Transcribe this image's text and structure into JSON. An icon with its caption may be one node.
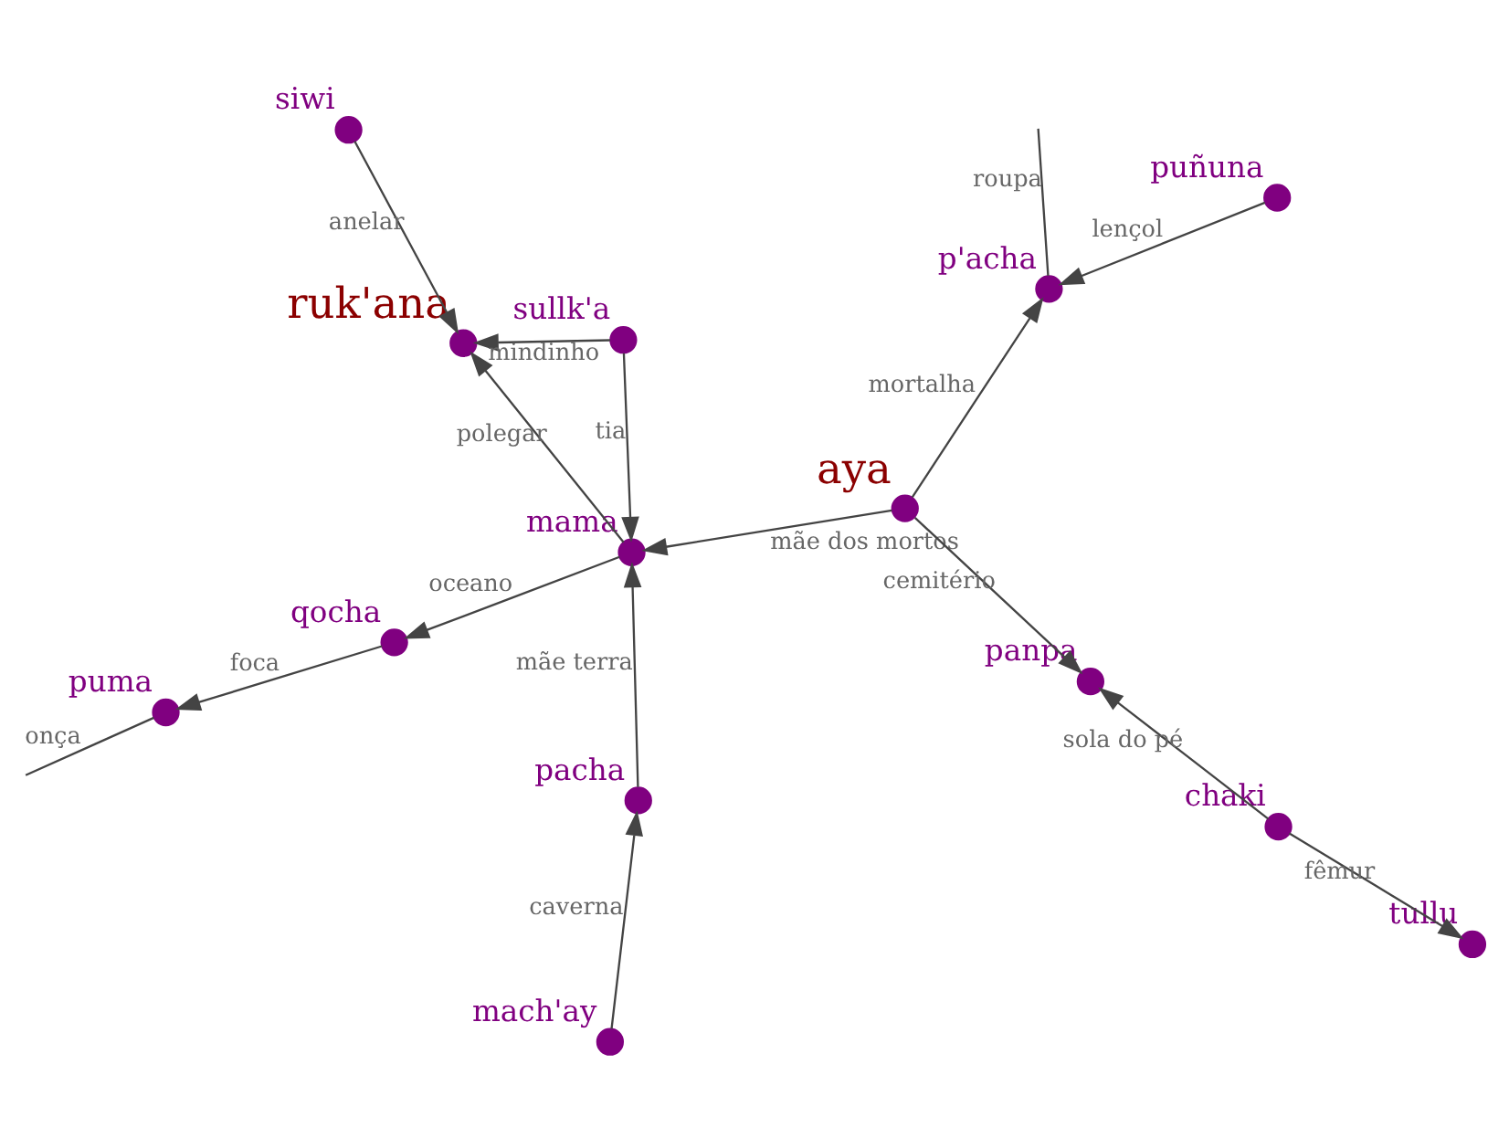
{
  "diagram": {
    "nodes": [
      {
        "text": [
          "siwi"
        ]
      },
      {
        "text": [
          "ruk'ana"
        ]
      },
      {
        "text": [
          "sullk'a"
        ]
      },
      {
        "text": [
          "mach'ay"
        ]
      },
      {
        "text": [
          "puma"
        ]
      },
      {
        "text": [
          "mama"
        ]
      },
      {
        "text": [
          "pacha"
        ]
      },
      {
        "text": [
          "qocha"
        ]
      },
      {
        "text": [
          "aya"
        ]
      },
      {
        "text": [
          "puñuna"
        ]
      },
      {
        "text": [
          "chaki"
        ]
      },
      {
        "text": [
          "p'acha"
        ]
      },
      {
        "text": [
          "panpa"
        ]
      },
      {
        "text": [
          "tullu"
        ]
      }
    ],
    "edges": [
      {
        "from": 0,
        "to": 1,
        "arrow": "to",
        "label": "anelar"
      },
      {
        "from": 2,
        "to": 1,
        "arrow": "to",
        "label": "mindinho"
      },
      {
        "from": 2,
        "to": 5,
        "arrow": "to",
        "label": "tia"
      },
      {
        "from": 5,
        "to": 1,
        "arrow": "to",
        "label": "polegar"
      },
      {
        "from": 3,
        "to": 6,
        "arrow": "to",
        "label": "caverna"
      },
      {
        "from": 6,
        "to": 5,
        "arrow": "to",
        "label": "mãe terra"
      },
      {
        "from": 5,
        "to": 7,
        "arrow": "to",
        "label": "oceano"
      },
      {
        "from": 7,
        "to": 4,
        "arrow": "to",
        "label": "foca"
      },
      {
        "from": 4,
        "to": null,
        "arrow": "none",
        "label": "onça"
      },
      {
        "from": 8,
        "to": 5,
        "arrow": "to",
        "label": "mãe dos mortos"
      },
      {
        "from": 8,
        "to": 11,
        "arrow": "to",
        "label": "mortalha"
      },
      {
        "from": 8,
        "to": 12,
        "arrow": "to",
        "label": "cemitério"
      },
      {
        "from": 10,
        "to": 12,
        "arrow": "to",
        "label": "sola do pé"
      },
      {
        "from": 10,
        "to": 13,
        "arrow": "to",
        "label": "fêmur"
      },
      {
        "from": 9,
        "to": 11,
        "arrow": "to",
        "label": "lençol"
      },
      {
        "from": 11,
        "to": null,
        "arrow": "none",
        "label": "roupa"
      }
    ]
  }
}
